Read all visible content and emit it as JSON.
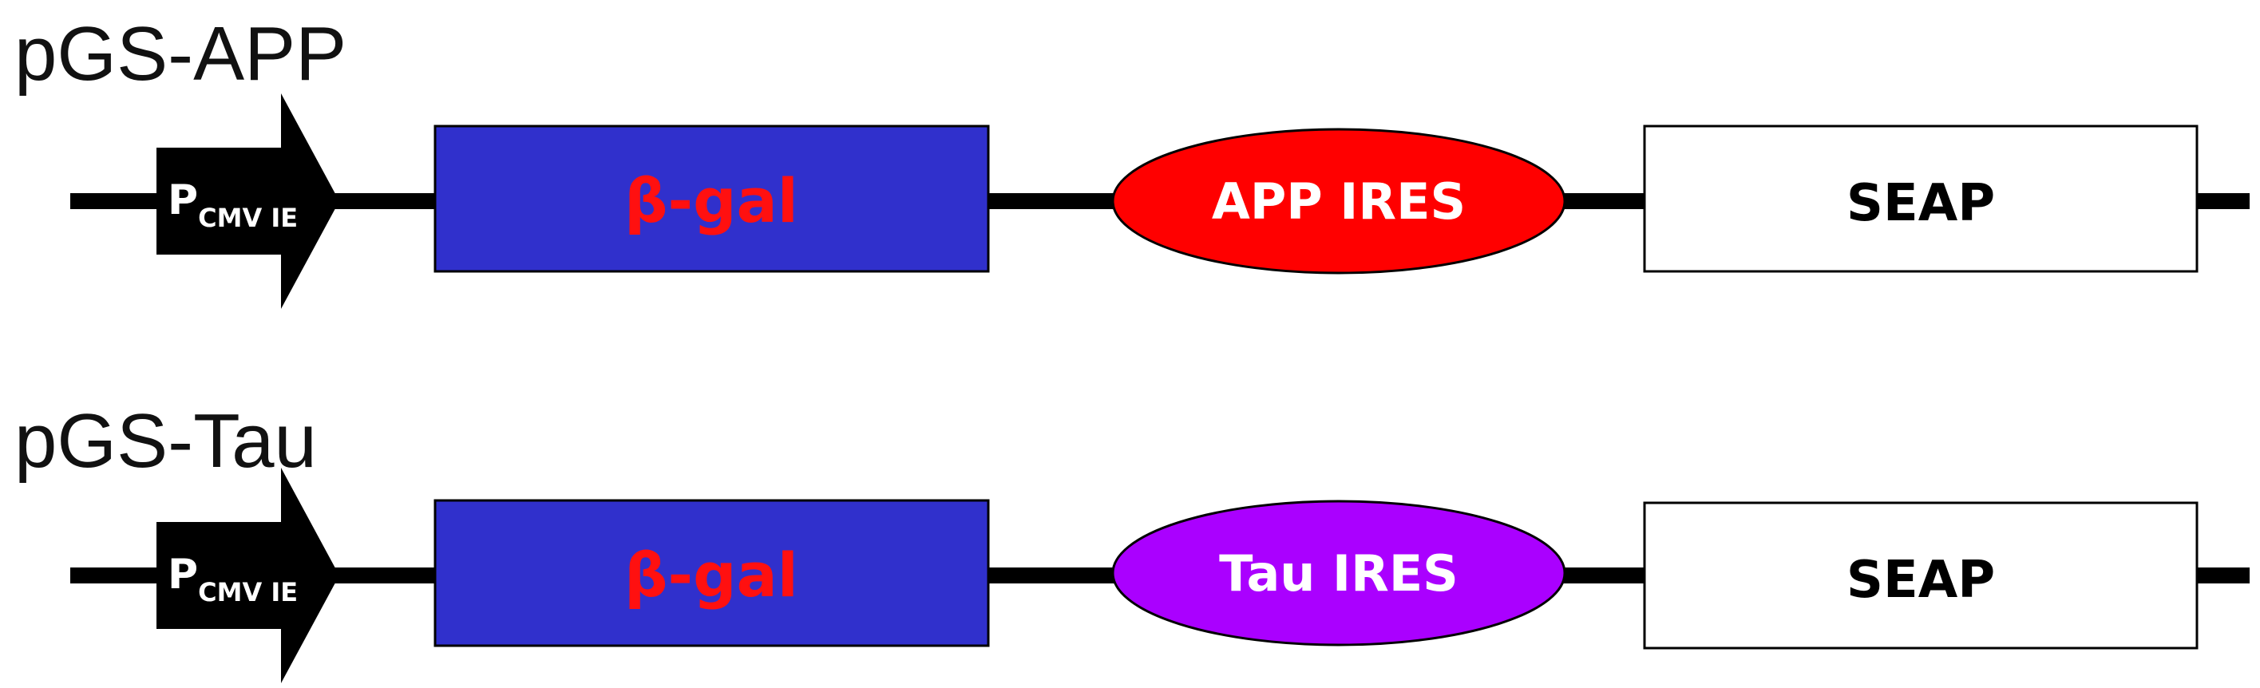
{
  "colors": {
    "backbone": "#000000",
    "promoter": "#000000",
    "beta_gal_box": "#3030cc",
    "beta_gal_text": "#ff1010",
    "app_ires": "#ff0000",
    "tau_ires": "#aa00ff",
    "seap_box": "#ffffff",
    "ires_text": "#ffffff",
    "seap_text": "#000000"
  },
  "constructs": [
    {
      "title": "pGS-APP",
      "promoter": {
        "main": "P",
        "sub": "CMV IE"
      },
      "reporter1": "β-gal",
      "ires": "APP IRES",
      "reporter2": "SEAP"
    },
    {
      "title": "pGS-Tau",
      "promoter": {
        "main": "P",
        "sub": "CMV IE"
      },
      "reporter1": "β-gal",
      "ires": "Tau IRES",
      "reporter2": "SEAP"
    }
  ]
}
